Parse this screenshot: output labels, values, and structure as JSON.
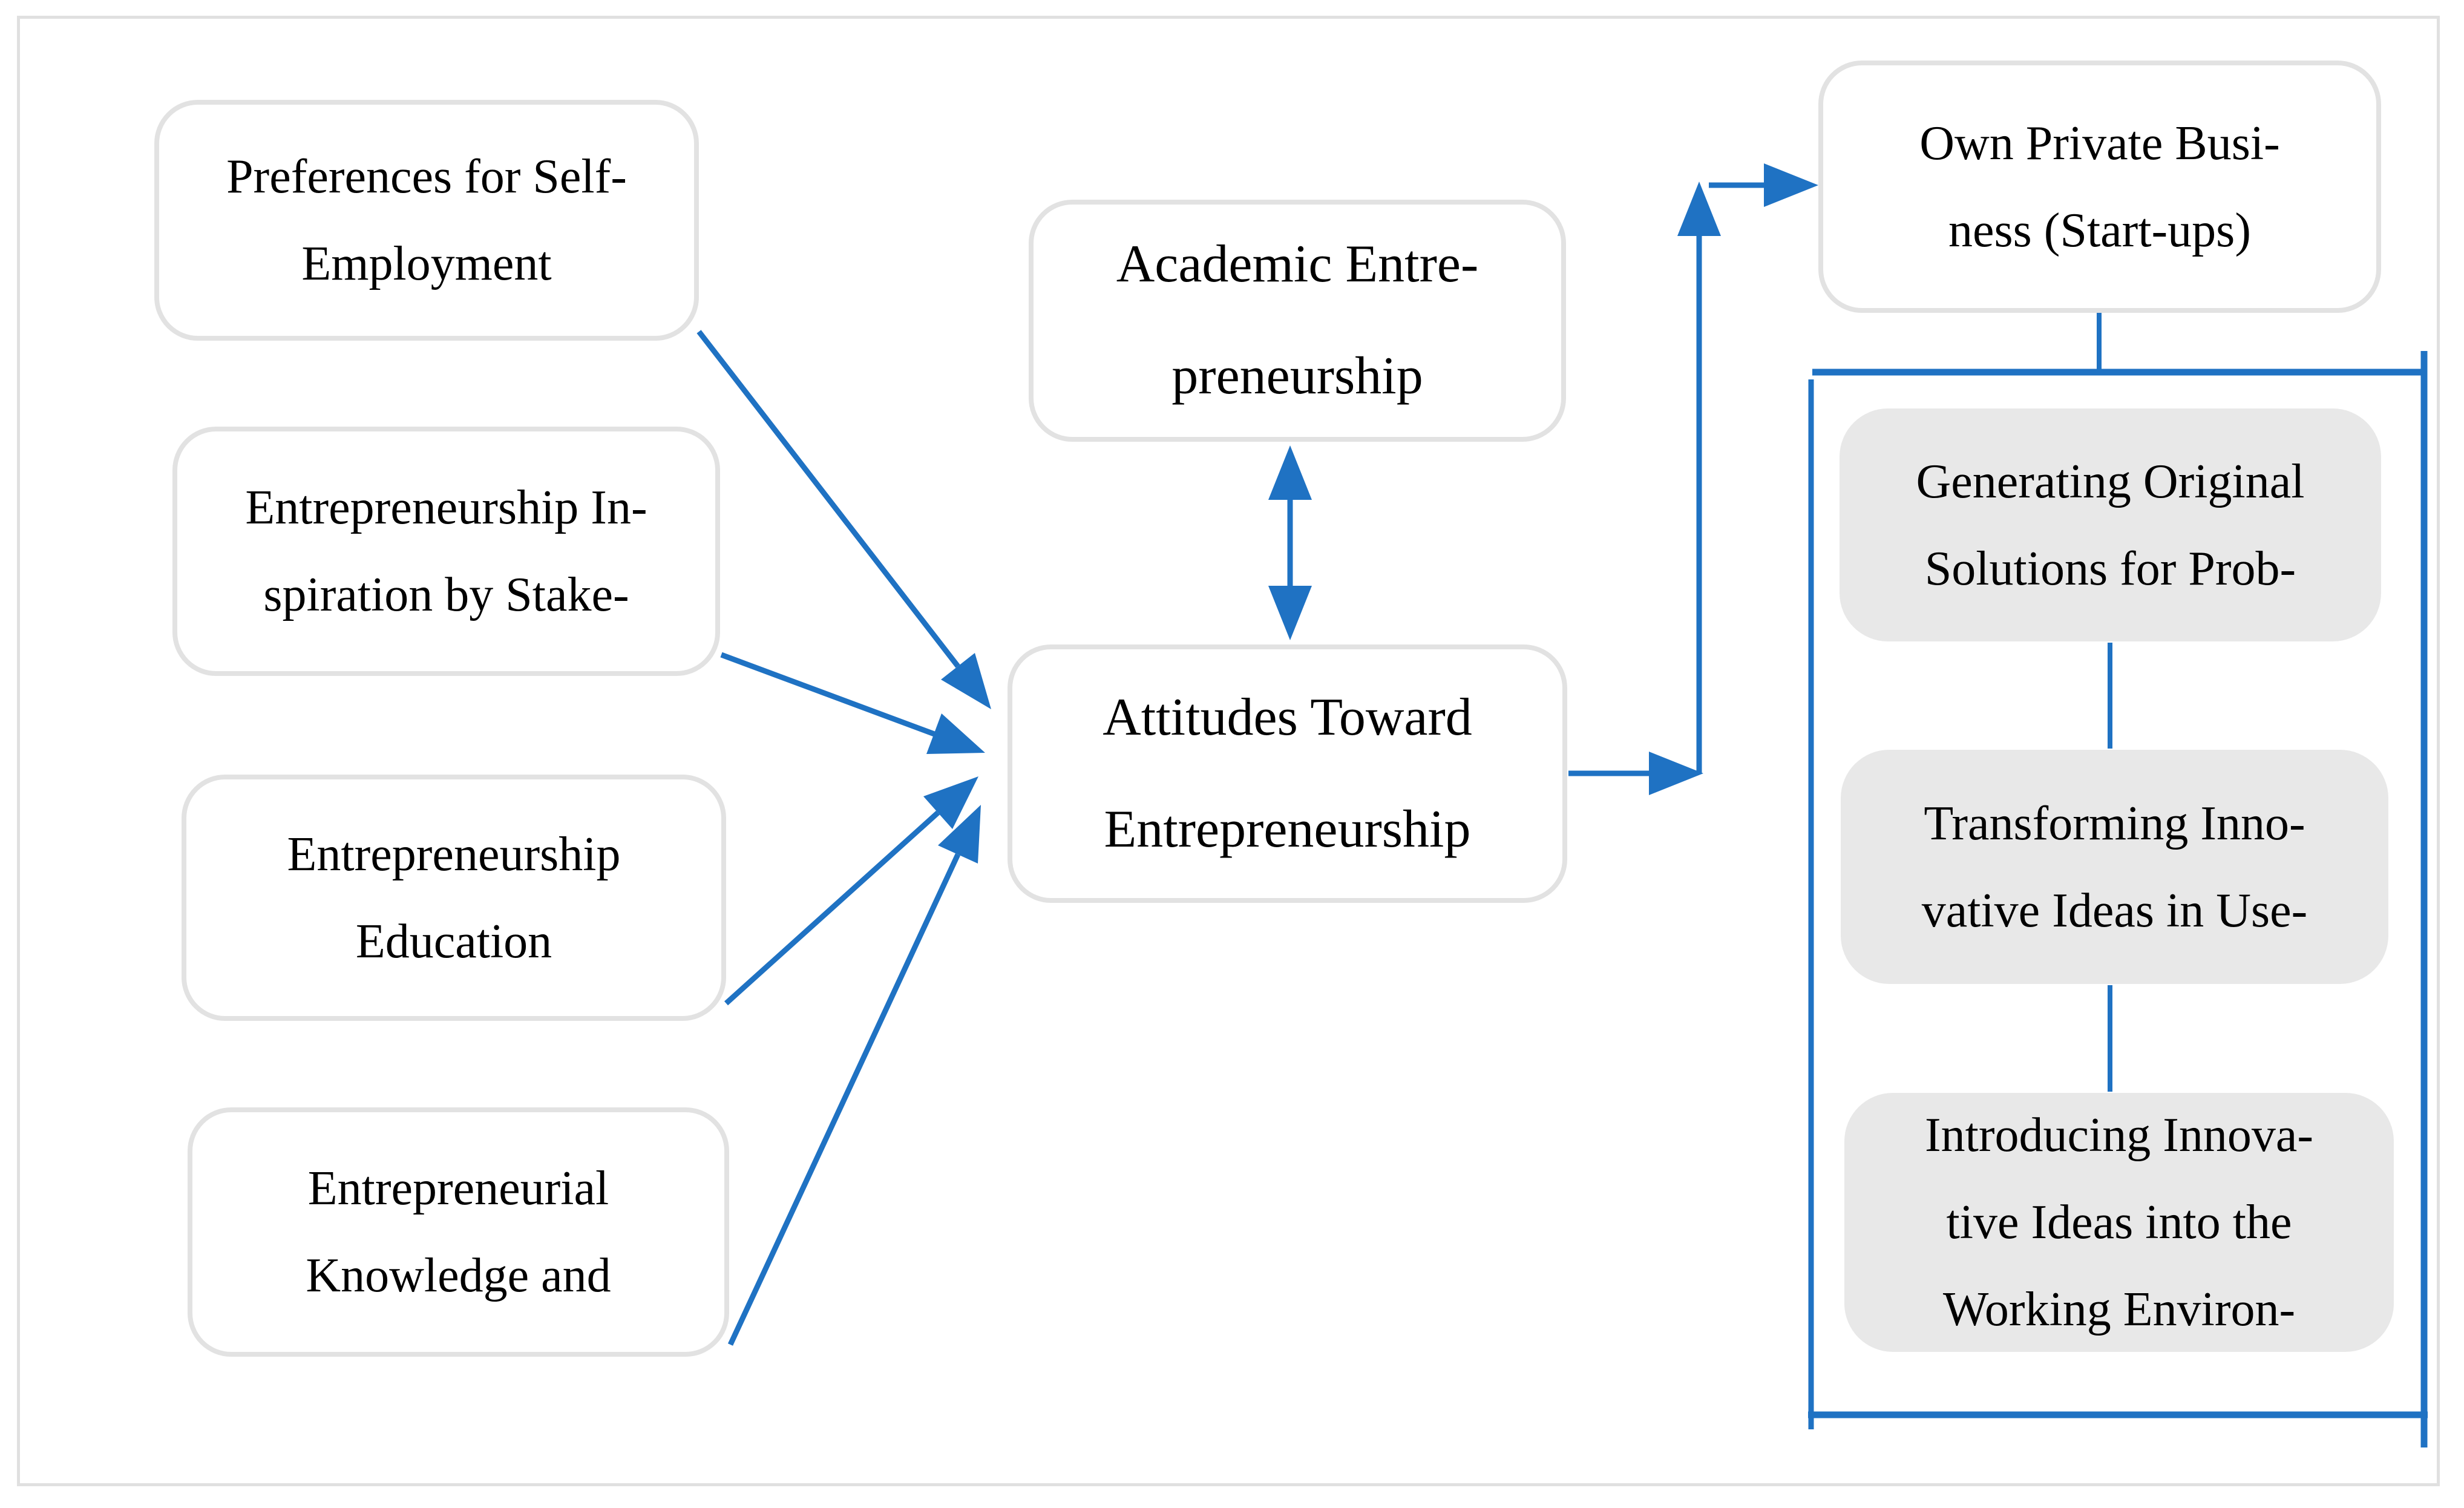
{
  "boxes": {
    "preferences": {
      "lines": [
        "Preferences for Self-",
        "Employment"
      ]
    },
    "inspiration": {
      "lines": [
        "Entrepreneurship In-",
        "spiration by Stake-"
      ]
    },
    "education": {
      "lines": [
        "Entrepreneurship",
        "Education"
      ]
    },
    "knowledge": {
      "lines": [
        "Entrepreneurial",
        "Knowledge and"
      ]
    },
    "academic": {
      "lines": [
        "Academic Entre-",
        "preneurship"
      ]
    },
    "attitudes": {
      "lines": [
        "Attitudes Toward",
        "Entrepreneurship"
      ]
    },
    "own_business": {
      "lines": [
        "Own Private Busi-",
        "ness (Start-ups)"
      ]
    },
    "generating": {
      "lines": [
        "Generating Original",
        "Solutions for Prob-"
      ]
    },
    "transforming": {
      "lines": [
        "Transforming Inno-",
        "vative Ideas in Use-"
      ]
    },
    "introducing": {
      "lines": [
        "Introducing Innova-",
        "tive Ideas into the",
        "Working Environ-"
      ]
    }
  },
  "colors": {
    "connector_blue": "#1f72c3",
    "box_border_gray": "#e2e2e2",
    "gray_box_fill": "#e8e8e8",
    "outer_border_gray": "#e0e0e0",
    "text_black": "#000000"
  }
}
